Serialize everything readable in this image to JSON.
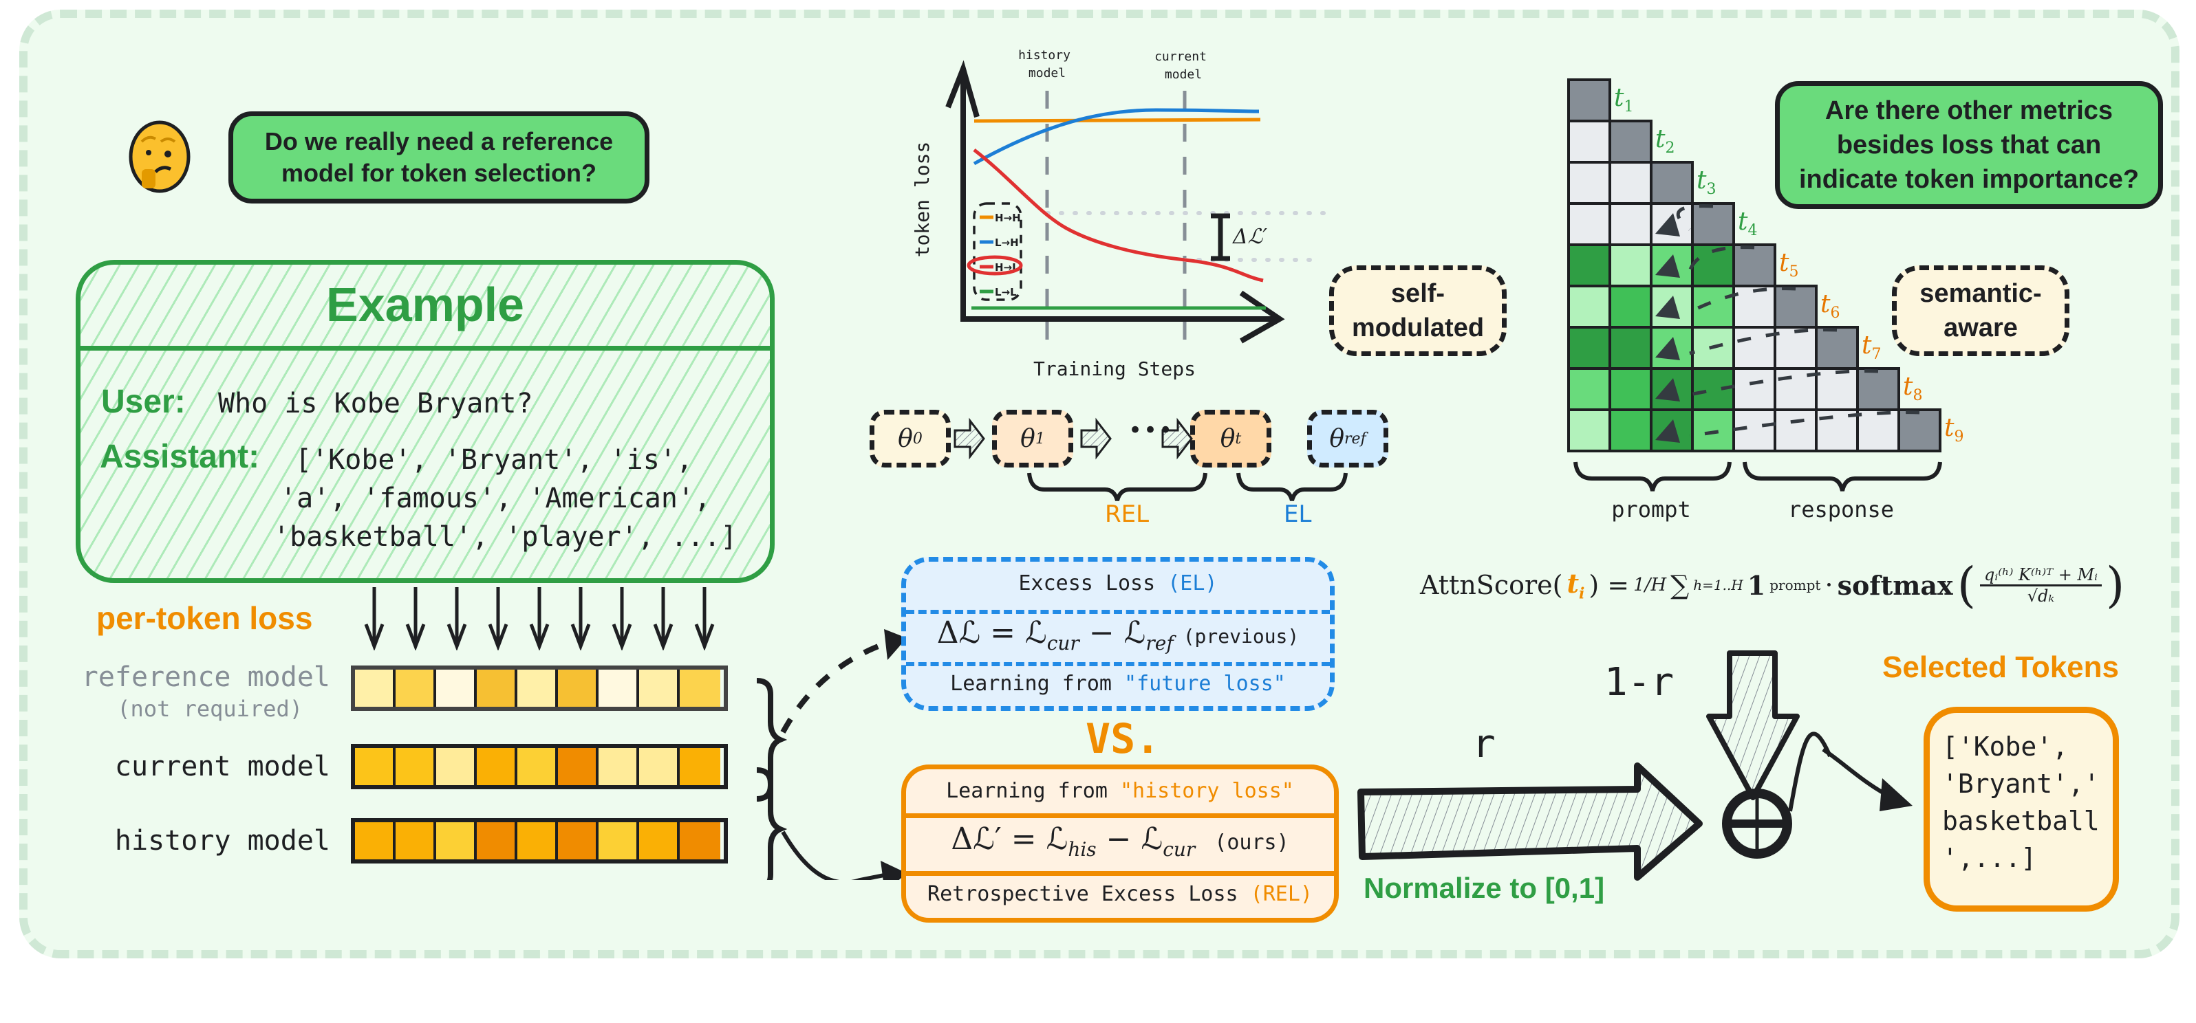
{
  "top_left": {
    "emoji_icon": "thinking-face",
    "question": "Do we really need a reference model for token selection?"
  },
  "example": {
    "title": "Example",
    "user_label": "User:",
    "user_text": "Who is Kobe Bryant?",
    "assistant_label": "Assistant:",
    "assistant_lines": [
      "['Kobe', 'Bryant', 'is',",
      "'a', 'famous', 'American',",
      "'basketball', 'player', ...]"
    ]
  },
  "per_token_loss": {
    "label": "per-token loss",
    "arrow_count": 9,
    "rows": [
      {
        "label": "reference model",
        "sublabel": "(not required)",
        "colors": [
          "#fff0a8",
          "#fcd34d",
          "#fff9e0",
          "#f6c033",
          "#fff0a8",
          "#f6c033",
          "#fff9e0",
          "#ffefa8",
          "#fcd34d"
        ]
      },
      {
        "label": "current model",
        "sublabel": "",
        "colors": [
          "#fcc419",
          "#fcc419",
          "#ffeb99",
          "#fab005",
          "#fcd034",
          "#f08c00",
          "#ffeb99",
          "#ffeb99",
          "#fab005"
        ]
      },
      {
        "label": "history model",
        "sublabel": "",
        "colors": [
          "#fab005",
          "#fab005",
          "#fcd034",
          "#f08c00",
          "#fab005",
          "#f08c00",
          "#fcd034",
          "#fab005",
          "#f08c00"
        ]
      }
    ]
  },
  "loss_chart": {
    "ylabel": "token loss",
    "xlabel": "Training Steps",
    "markers": [
      {
        "label_line1": "history",
        "label_line2": "model"
      },
      {
        "label_line1": "current",
        "label_line2": "model"
      }
    ],
    "legend": [
      {
        "label": "H→H",
        "color": "#f08c00"
      },
      {
        "label": "L→H",
        "color": "#1c7ed6"
      },
      {
        "label": "H→L",
        "color": "#e03131",
        "highlighted": true
      },
      {
        "label": "L→L",
        "color": "#2f9e44"
      }
    ],
    "delta_label": "Δℒ′"
  },
  "tags": {
    "self_modulated_line1": "self-",
    "self_modulated_line2": "modulated",
    "semantic_aware_line1": "semantic-",
    "semantic_aware_line2": "aware"
  },
  "checkpoints": {
    "items": [
      {
        "symbol": "θ",
        "sub": "0",
        "color": "#fdf6de"
      },
      {
        "symbol": "θ",
        "sub": "1",
        "color": "#ffe8cc"
      },
      {
        "symbol": "θ",
        "sub": "t",
        "color": "#ffd8a8"
      },
      {
        "symbol": "θ",
        "sub": "ref",
        "color": "#d0ebff"
      }
    ],
    "ellipsis": "•••",
    "rel_label": "REL",
    "el_label": "EL"
  },
  "el_box": {
    "title": "Excess Loss ",
    "title_accent": "(EL)",
    "formula_main": "Δℒ = ℒ",
    "formula_sub1": "cur",
    "formula_minus": " − ℒ",
    "formula_sub2": "ref",
    "formula_note": "(previous)",
    "footer": "Learning from ",
    "footer_accent": "\"future loss\""
  },
  "vs_label": "VS.",
  "rel_box": {
    "header": "Learning from ",
    "header_accent": "\"history loss\"",
    "formula_main": "Δℒ′ = ℒ",
    "formula_sub1": "his",
    "formula_minus": " − ℒ",
    "formula_sub2": "cur",
    "formula_note": "(ours)",
    "footer": "Retrospective Excess Loss ",
    "footer_accent": "(REL)"
  },
  "attention": {
    "token_labels": [
      "t1",
      "t2",
      "t3",
      "t4",
      "t5",
      "t6",
      "t7",
      "t8",
      "t9"
    ],
    "prompt_label": "prompt",
    "response_label": "response",
    "grid_colors": [
      [
        "#868e96"
      ],
      [
        "#e9ecef",
        "#868e96"
      ],
      [
        "#e9ecef",
        "#e9ecef",
        "#868e96"
      ],
      [
        "#e9ecef",
        "#e9ecef",
        "#e9ecef",
        "#868e96"
      ],
      [
        "#2f9e44",
        "#b2f2bb",
        "#69db7c",
        "#2f9e44",
        "#868e96"
      ],
      [
        "#b2f2bb",
        "#40c057",
        "#b2f2bb",
        "#69db7c",
        "#e9ecef",
        "#868e96"
      ],
      [
        "#2f9e44",
        "#2f9e44",
        "#69db7c",
        "#b2f2bb",
        "#e9ecef",
        "#e9ecef",
        "#868e96"
      ],
      [
        "#69db7c",
        "#40c057",
        "#2f9e44",
        "#2f9e44",
        "#e9ecef",
        "#e9ecef",
        "#e9ecef",
        "#868e96"
      ],
      [
        "#b2f2bb",
        "#40c057",
        "#2f9e44",
        "#69db7c",
        "#e9ecef",
        "#e9ecef",
        "#e9ecef",
        "#e9ecef",
        "#868e96"
      ]
    ],
    "formula": {
      "lhs": "AttnScore(",
      "lhs_var": "t",
      "lhs_var_sub": "i",
      "lhs_close": ") = ",
      "frac": "1/H",
      "sum": "∑",
      "sum_range": "h=1..H",
      "one": "1",
      "one_sub": "prompt",
      "dot": "·",
      "softmax": "softmax",
      "num": "qᵢ⁽ʰ⁾ K⁽ʰ⁾ᵀ + Mᵢ",
      "den": "√dₖ"
    }
  },
  "question2": "Are there other metrics besides loss that can indicate token importance?",
  "combine": {
    "r_label": "r",
    "one_minus_r_label": "1-r",
    "normalize_label": "Normalize to [0,1]",
    "plus_icon": "circled-plus"
  },
  "selected": {
    "title": "Selected Tokens",
    "lines": [
      "['Kobe',",
      "'Bryant','",
      "basketball",
      "',...]"
    ]
  },
  "colors": {
    "green": "#2f9e44",
    "orange": "#f08c00",
    "blue": "#1c7ed6",
    "bubble_green": "#6adb7c"
  }
}
